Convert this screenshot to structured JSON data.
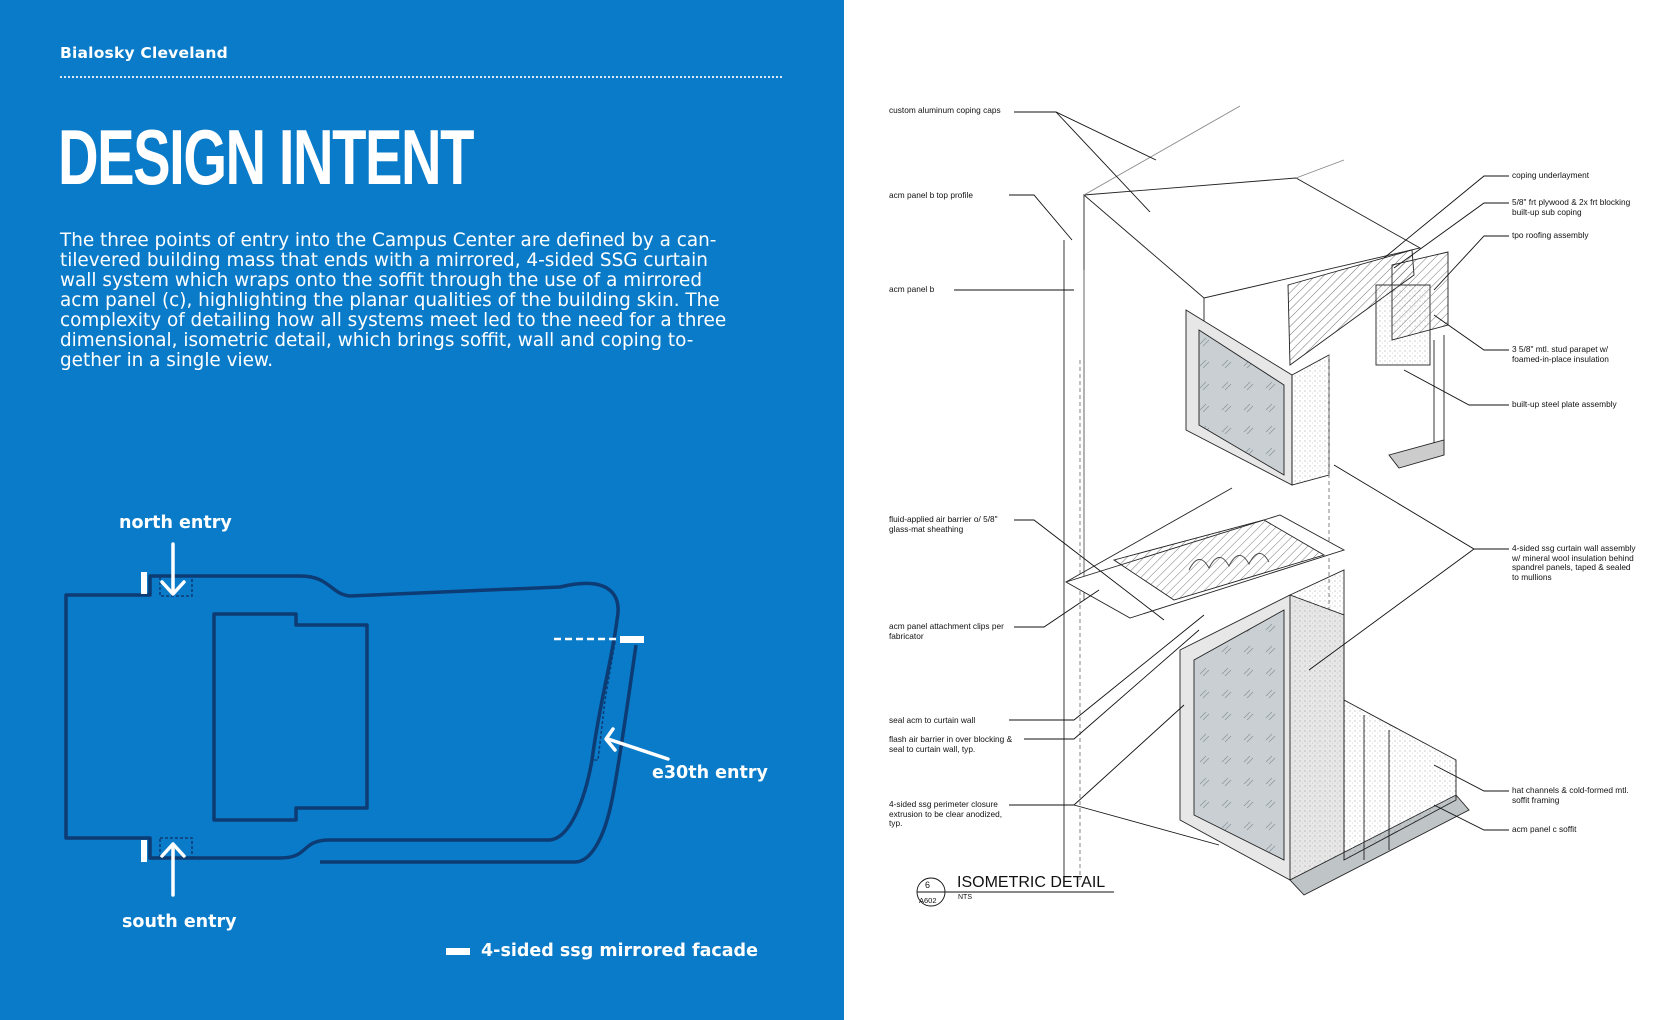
{
  "header": {
    "brand": "Bialosky Cleveland",
    "title": "DESIGN INTENT"
  },
  "intro_lines": [
    "The three points of entry into the Campus Center are defined by a can-",
    "tilevered building mass that ends with a mirrored, 4-sided SSG curtain",
    "wall system which wraps onto the soffit through the use of a mirrored",
    "acm panel (c), highlighting the planar qualities of the building skin. The",
    "complexity of detailing how all systems meet led to the need for a three",
    "dimensional, isometric detail, which brings soffit, wall and coping to-",
    "gether in a single view."
  ],
  "plan": {
    "north_label": "north entry",
    "south_label": "south entry",
    "east_label": "e30th entry",
    "legend_label": "4-sided ssg mirrored facade"
  },
  "detail": {
    "title": "ISOMETRIC DETAIL",
    "scale": "NTS",
    "ref_number": "6",
    "ref_sheet": "A602",
    "notes_left": [
      "custom aluminum coping caps",
      "acm panel b top profile",
      "acm panel b",
      "fluid-applied air barrier o/ 5/8\"\nglass-mat sheathing",
      "acm panel attachment clips per\nfabricator",
      "seal acm to curtain wall",
      "flash air barrier in over blocking &\nseal to curtain wall, typ.",
      "4-sided ssg perimeter closure\nextrusion to be clear anodized,\ntyp."
    ],
    "notes_right": [
      "coping underlayment",
      "5/8\" frt plywood & 2x frt blocking\nbuilt-up sub coping",
      "tpo roofing assembly",
      "3 5/8\" mtl. stud parapet w/\nfoamed-in-place insulation",
      "built-up steel plate assembly",
      "4-sided ssg curtain wall assembly\nw/ mineral wool insulation behind\nspandrel panels, taped & sealed\nto mullions",
      "hat channels & cold-formed mtl.\nsoffit framing",
      "acm panel c soffit"
    ]
  },
  "colors": {
    "panel_blue": "#0a7bc9",
    "plan_line": "#0d3b73",
    "white": "#ffffff",
    "ink": "#111111"
  }
}
